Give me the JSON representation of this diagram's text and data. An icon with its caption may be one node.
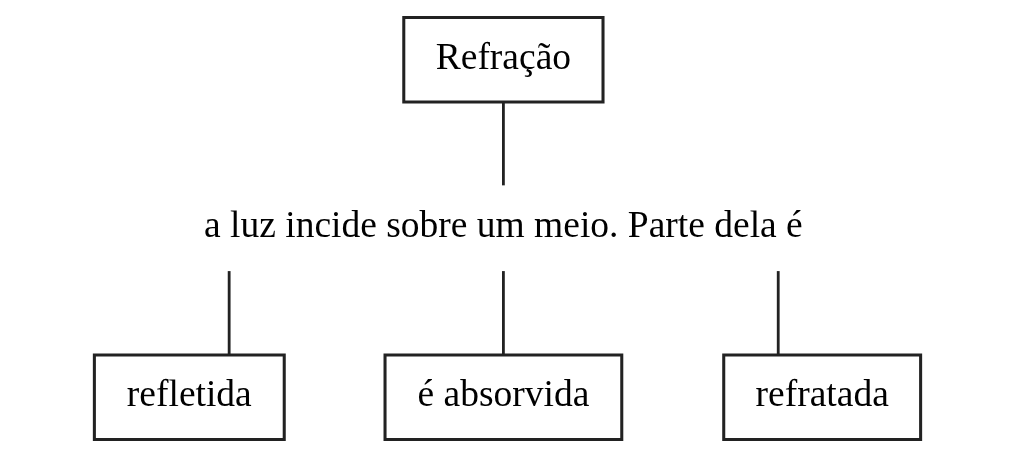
{
  "diagram": {
    "nodes": [
      {
        "text": [
          "Refração"
        ]
      },
      {
        "text": [
          "a luz incide sobre um meio. Parte dela é"
        ]
      },
      {
        "text": [
          "refletida"
        ]
      },
      {
        "text": [
          "é absorvida"
        ]
      },
      {
        "text": [
          "refratada"
        ]
      }
    ],
    "edges": [
      {
        "from": 0,
        "to": 1,
        "arrow": "none"
      },
      {
        "from": 1,
        "to": 2,
        "arrow": "none"
      },
      {
        "from": 1,
        "to": 3,
        "arrow": "none"
      },
      {
        "from": 1,
        "to": 4,
        "arrow": "none"
      }
    ]
  }
}
